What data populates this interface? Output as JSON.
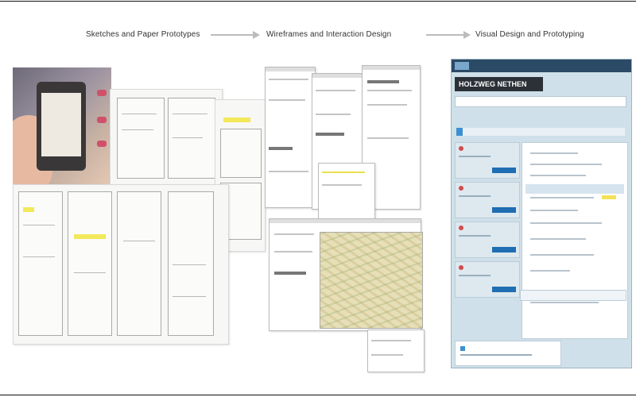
{
  "stages": [
    {
      "label": "Sketches and Paper Prototypes"
    },
    {
      "label": "Wireframes and Interaction Design"
    },
    {
      "label": "Visual Design and Prototyping"
    }
  ],
  "arrow_color": "#bbbbbb",
  "visual_design": {
    "title": "HOLZWEG NETHEN",
    "progress": 0.04,
    "accent_color": "#1f6db3",
    "header_color": "#2c3138",
    "highlight_color": "#f3e35a"
  }
}
